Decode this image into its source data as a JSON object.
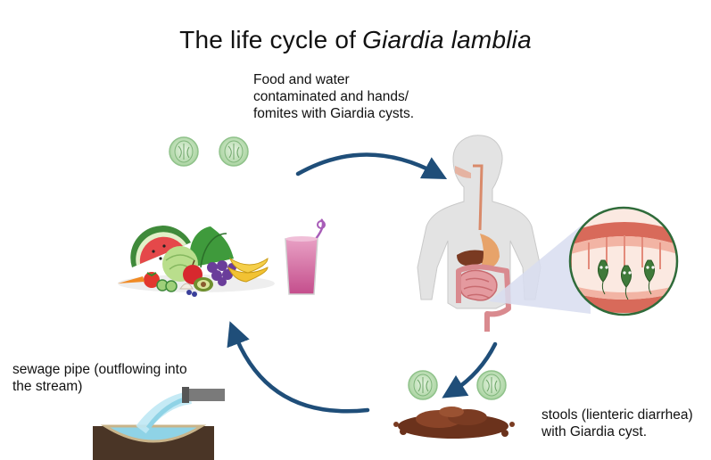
{
  "title": {
    "prefix": "The life cycle of",
    "organism": "Giardia lamblia"
  },
  "captions": {
    "food_water": [
      "Food and water",
      "contaminated and hands/",
      "fomites with Giardia cysts."
    ],
    "sewage": [
      "sewage pipe (outflowing into",
      "the stream)"
    ],
    "stools": [
      "stools (lienteric diarrhea)",
      "with Giardia cyst."
    ]
  },
  "colors": {
    "arrow": "#1f4e79",
    "cyst": "#c5e4c0",
    "intestine_wall": "#d86a5a",
    "stool": "#7a3b22",
    "water": "#8fd3e6",
    "drink": "#d25a9a",
    "skin": "#e3e3e3",
    "lens": "#d8ddf0"
  },
  "icons": [
    "giardia-cyst-icon",
    "food-pile-icon",
    "smoothie-icon",
    "human-body-icon",
    "intestine-magnifier-icon",
    "stool-pile-icon",
    "sewage-pipe-icon"
  ]
}
